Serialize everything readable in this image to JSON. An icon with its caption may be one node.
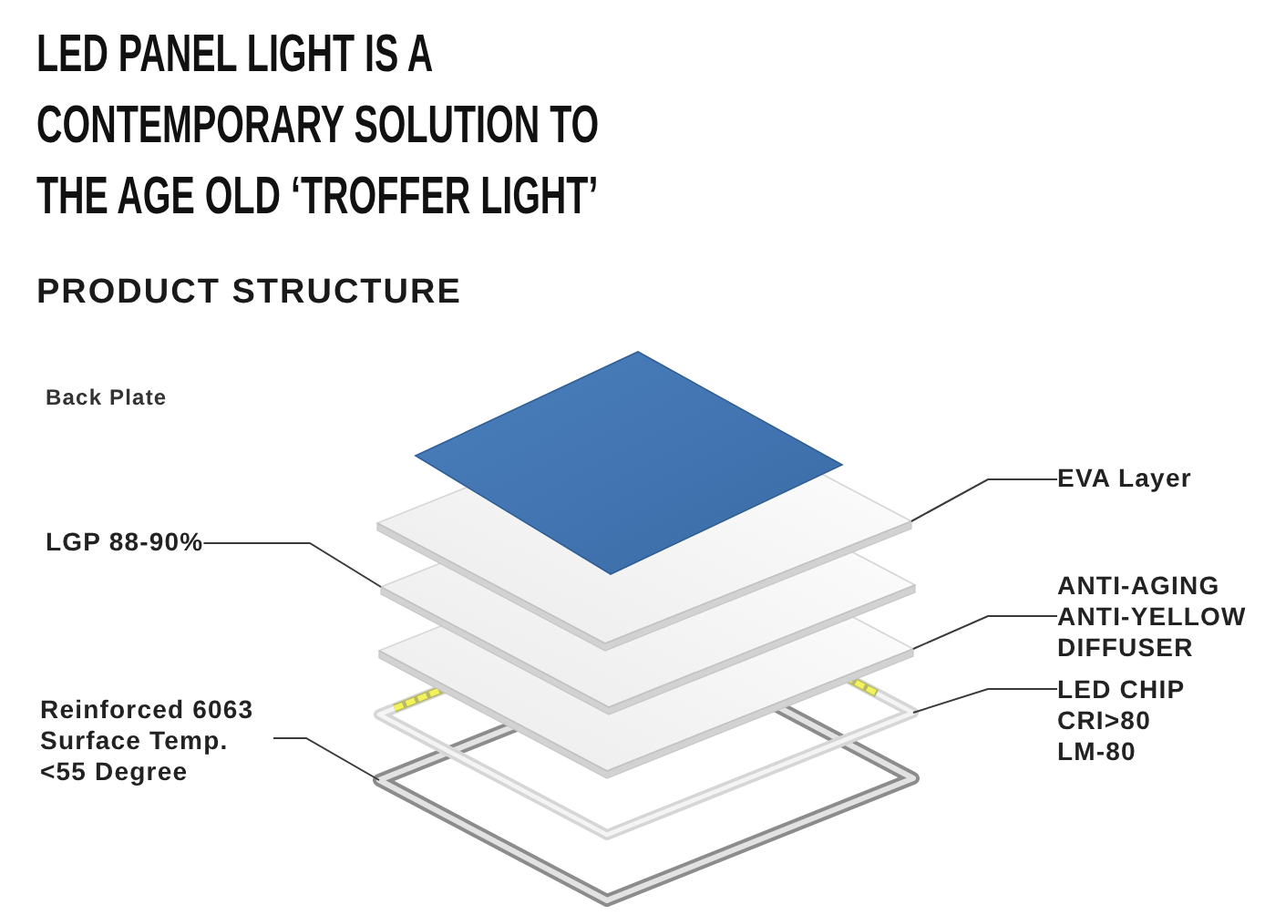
{
  "diagram": {
    "title": "LED PANEL LIGHT IS A CONTEMPORARY SOLUTION TO THE AGE OLD ‘TROFFER LIGHT’",
    "nodes": [
      {
        "text": [
          "EVA Layer"
        ]
      },
      {
        "text": [
          "LGP 88-90%"
        ]
      },
      {
        "text": [
          "ANTI-AGING ANTI-YELLOW DIFFUSER"
        ]
      },
      {
        "text": [
          "LED CHIP CRI>80 LM-80"
        ]
      },
      {
        "text": [
          "Reinforced 6063 Surface Temp. <55 Degree"
        ]
      },
      {
        "text": [],
        "shape": "picture"
      },
      {
        "text": [],
        "shape": "picture"
      },
      {
        "text": [],
        "shape": "picture"
      },
      {
        "text": [],
        "shape": "picture"
      },
      {
        "text": [],
        "shape": "picture"
      },
      {
        "text": [],
        "shape": "picture"
      }
    ],
    "edges": [
      {
        "from": 0,
        "to": 6,
        "arrow": "none"
      },
      {
        "from": 1,
        "to": 7,
        "arrow": "none"
      },
      {
        "from": 2,
        "to": 8,
        "arrow": "none"
      },
      {
        "from": 3,
        "to": 9,
        "arrow": "none"
      },
      {
        "from": 4,
        "to": 10,
        "arrow": "none"
      }
    ],
    "labels": [
      "PRODUCT STRUCTURE",
      "Back Plate"
    ]
  }
}
